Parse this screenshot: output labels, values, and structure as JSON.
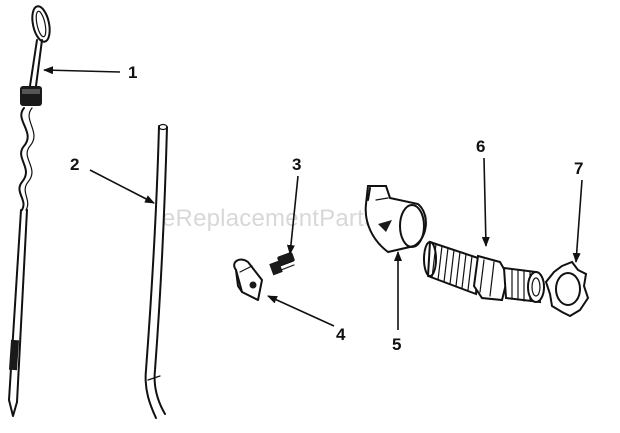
{
  "diagram": {
    "watermark": "eReplacementParts.com",
    "callouts": [
      {
        "id": "1",
        "label": "1",
        "part": "dipstick"
      },
      {
        "id": "2",
        "label": "2",
        "part": "dipstick-tube"
      },
      {
        "id": "3",
        "label": "3",
        "part": "screw"
      },
      {
        "id": "4",
        "label": "4",
        "part": "clip"
      },
      {
        "id": "5",
        "label": "5",
        "part": "adapter-cap"
      },
      {
        "id": "6",
        "label": "6",
        "part": "fitting"
      },
      {
        "id": "7",
        "label": "7",
        "part": "lock-nut"
      }
    ]
  }
}
